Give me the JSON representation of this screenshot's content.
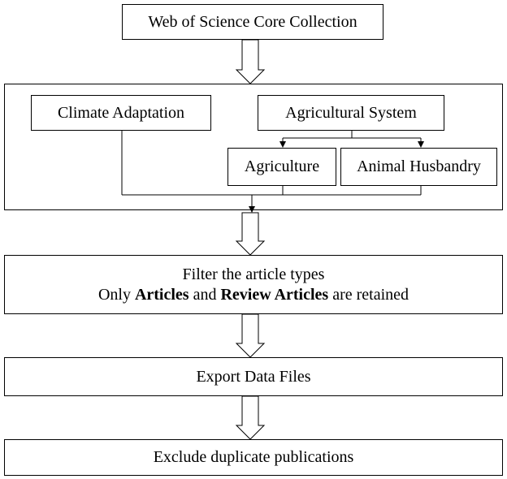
{
  "source": "Web of Science Core Collection",
  "climate": "Climate Adaptation",
  "agri_system": "Agricultural System",
  "agriculture": "Agriculture",
  "animal": "Animal Husbandry",
  "filter": {
    "line1": "Filter the article types",
    "pre": "Only",
    "articles": "Articles",
    "mid": "and",
    "reviews": "Review Articles",
    "post": "are retained"
  },
  "export": "Export Data Files",
  "exclude": "Exclude duplicate publications"
}
